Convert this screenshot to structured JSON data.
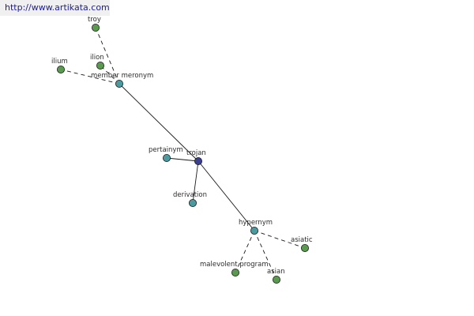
{
  "site_link": {
    "text": "http://www.artikata.com"
  },
  "graph": {
    "colors": {
      "center": "#3a3f8f",
      "relation": "#4a9a9e",
      "leaf": "#5a9a4e",
      "link": "#1a1aa6"
    },
    "nodes": [
      {
        "id": "trojan",
        "label": "trojan",
        "kind": "center"
      },
      {
        "id": "member-meronym",
        "label": "member meronym",
        "kind": "relation"
      },
      {
        "id": "pertainym",
        "label": "pertainym",
        "kind": "relation"
      },
      {
        "id": "derivation",
        "label": "derivation",
        "kind": "relation"
      },
      {
        "id": "hypernym",
        "label": "hypernym",
        "kind": "relation"
      },
      {
        "id": "troy",
        "label": "troy",
        "kind": "leaf"
      },
      {
        "id": "ilion",
        "label": "ilion",
        "kind": "leaf"
      },
      {
        "id": "ilium",
        "label": "ilium",
        "kind": "leaf"
      },
      {
        "id": "asiatic",
        "label": "asiatic",
        "kind": "leaf"
      },
      {
        "id": "malevolent-program",
        "label": "malevolent program",
        "kind": "leaf"
      },
      {
        "id": "asian",
        "label": "asian",
        "kind": "leaf"
      }
    ],
    "edges": [
      {
        "from": "trojan",
        "to": "member-meronym",
        "style": "solid"
      },
      {
        "from": "trojan",
        "to": "pertainym",
        "style": "solid"
      },
      {
        "from": "trojan",
        "to": "derivation",
        "style": "solid"
      },
      {
        "from": "trojan",
        "to": "hypernym",
        "style": "solid"
      },
      {
        "from": "member-meronym",
        "to": "troy",
        "style": "dashed"
      },
      {
        "from": "member-meronym",
        "to": "ilion",
        "style": "dashed"
      },
      {
        "from": "member-meronym",
        "to": "ilium",
        "style": "dashed"
      },
      {
        "from": "hypernym",
        "to": "asiatic",
        "style": "dashed"
      },
      {
        "from": "hypernym",
        "to": "malevolent-program",
        "style": "dashed"
      },
      {
        "from": "hypernym",
        "to": "asian",
        "style": "dashed"
      }
    ]
  }
}
